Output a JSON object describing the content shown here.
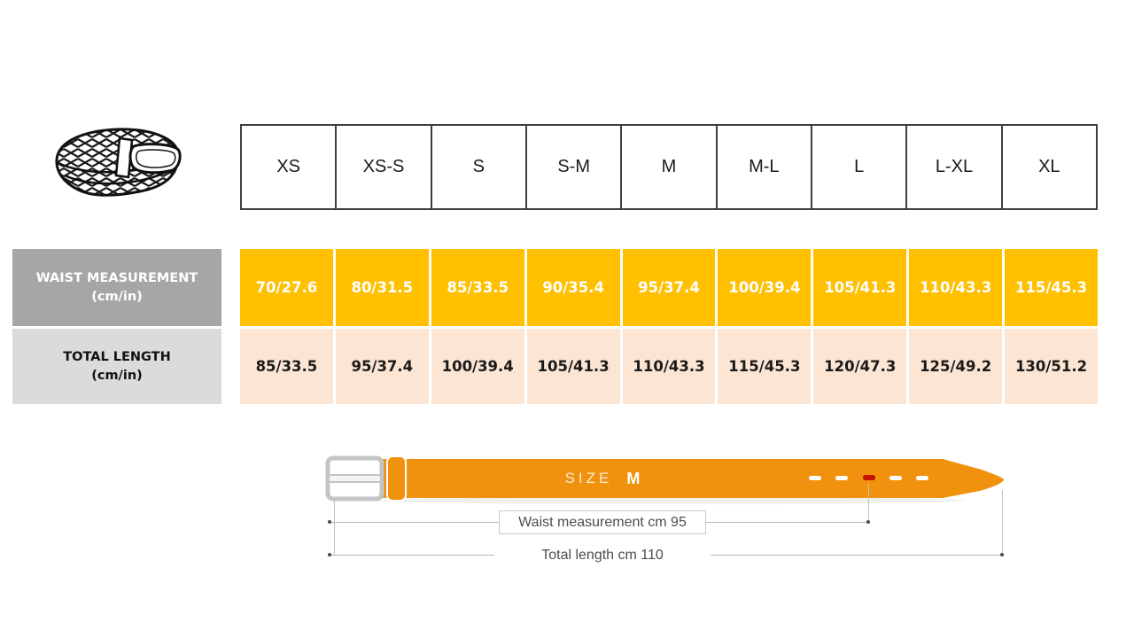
{
  "colors": {
    "waist_cell_yellow": "#FFC000",
    "length_cell_peach": "#FCE5D2",
    "waist_label_gray": "#A6A6A6",
    "length_label_gray": "#DBDBDB",
    "belt_orange": "#F0920E",
    "marked_hole_red": "#C41200",
    "grid_border": "#3F3F3F"
  },
  "size_chart": {
    "columns": [
      "XS",
      "XS-S",
      "S",
      "S-M",
      "M",
      "M-L",
      "L",
      "L-XL",
      "XL"
    ],
    "rows": [
      {
        "label": "WAIST MEASUREMENT",
        "unit": "(cm/in)",
        "values": [
          "70/27.6",
          "80/31.5",
          "85/33.5",
          "90/35.4",
          "95/37.4",
          "100/39.4",
          "105/41.3",
          "110/43.3",
          "115/45.3"
        ]
      },
      {
        "label": "TOTAL LENGTH",
        "unit": "(cm/in)",
        "values": [
          "85/33.5",
          "95/37.4",
          "100/39.4",
          "105/41.3",
          "110/43.3",
          "115/45.3",
          "120/47.3",
          "125/49.2",
          "130/51.2"
        ]
      }
    ]
  },
  "diagram": {
    "size_label": "SIZE",
    "size_value": "M",
    "waist_annotation": "Waist measurement cm 95",
    "length_annotation": "Total length cm 110"
  }
}
